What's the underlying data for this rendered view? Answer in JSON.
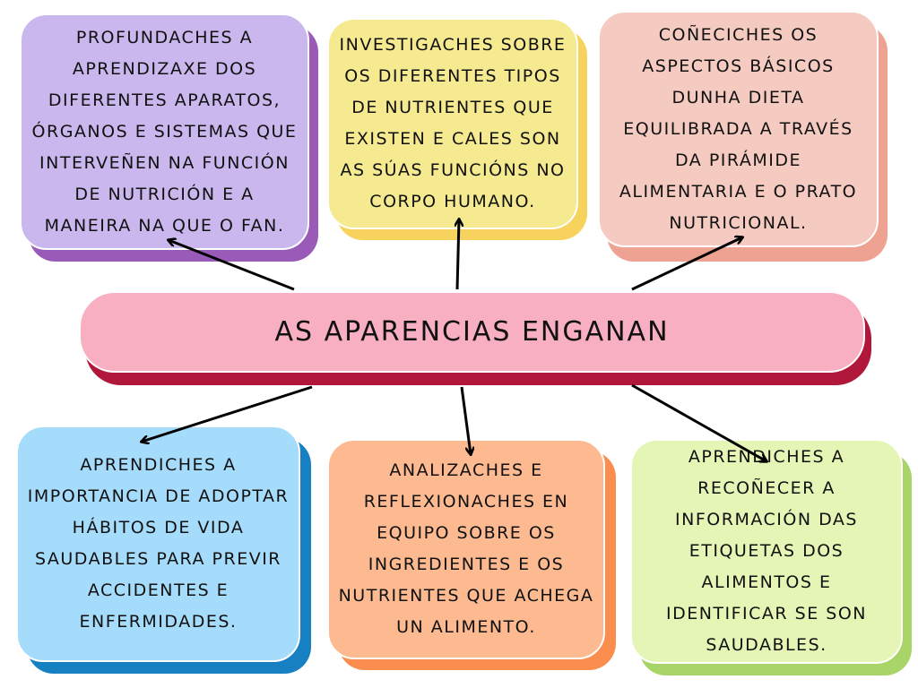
{
  "title": "As aparencias enganan",
  "boxes": [
    {
      "text": "Profundaches a aprendizaxe dos diferentes aparatos, órganos e sistemas que interveñen na función de nutrición e a maneira na que o fan.",
      "color": "#c9b7ee",
      "shadow": "#9a5bb8"
    },
    {
      "text": "Investigaches sobre os diferentes tipos de nutrientes que existen e cales son as súas funcións no corpo humano.",
      "color": "#f5ea90",
      "shadow": "#f7d35e"
    },
    {
      "text": "Coñeciches os aspectos básicos dunha dieta equilibrada a través da pirámide alimentaria e o prato nutricional.",
      "color": "#f5cac0",
      "shadow": "#eea291"
    },
    {
      "text": "Aprendiches a importancia de adoptar hábitos de vida saudables para previr accidentes e enfermidades.",
      "color": "#a6dcfb",
      "shadow": "#1780c2"
    },
    {
      "text": "Analizaches e reflexionaches en equipo sobre os ingredientes e os nutrientes que achega un alimento.",
      "color": "#fdba91",
      "shadow": "#fb8d4f"
    },
    {
      "text": "Aprendiches a recoñecer a información das etiquetas dos alimentos e identificar se son saudables.",
      "color": "#e4f5b6",
      "shadow": "#a9d467"
    }
  ],
  "center_colors": {
    "color": "#f9afc2",
    "shadow": "#b1173b"
  }
}
